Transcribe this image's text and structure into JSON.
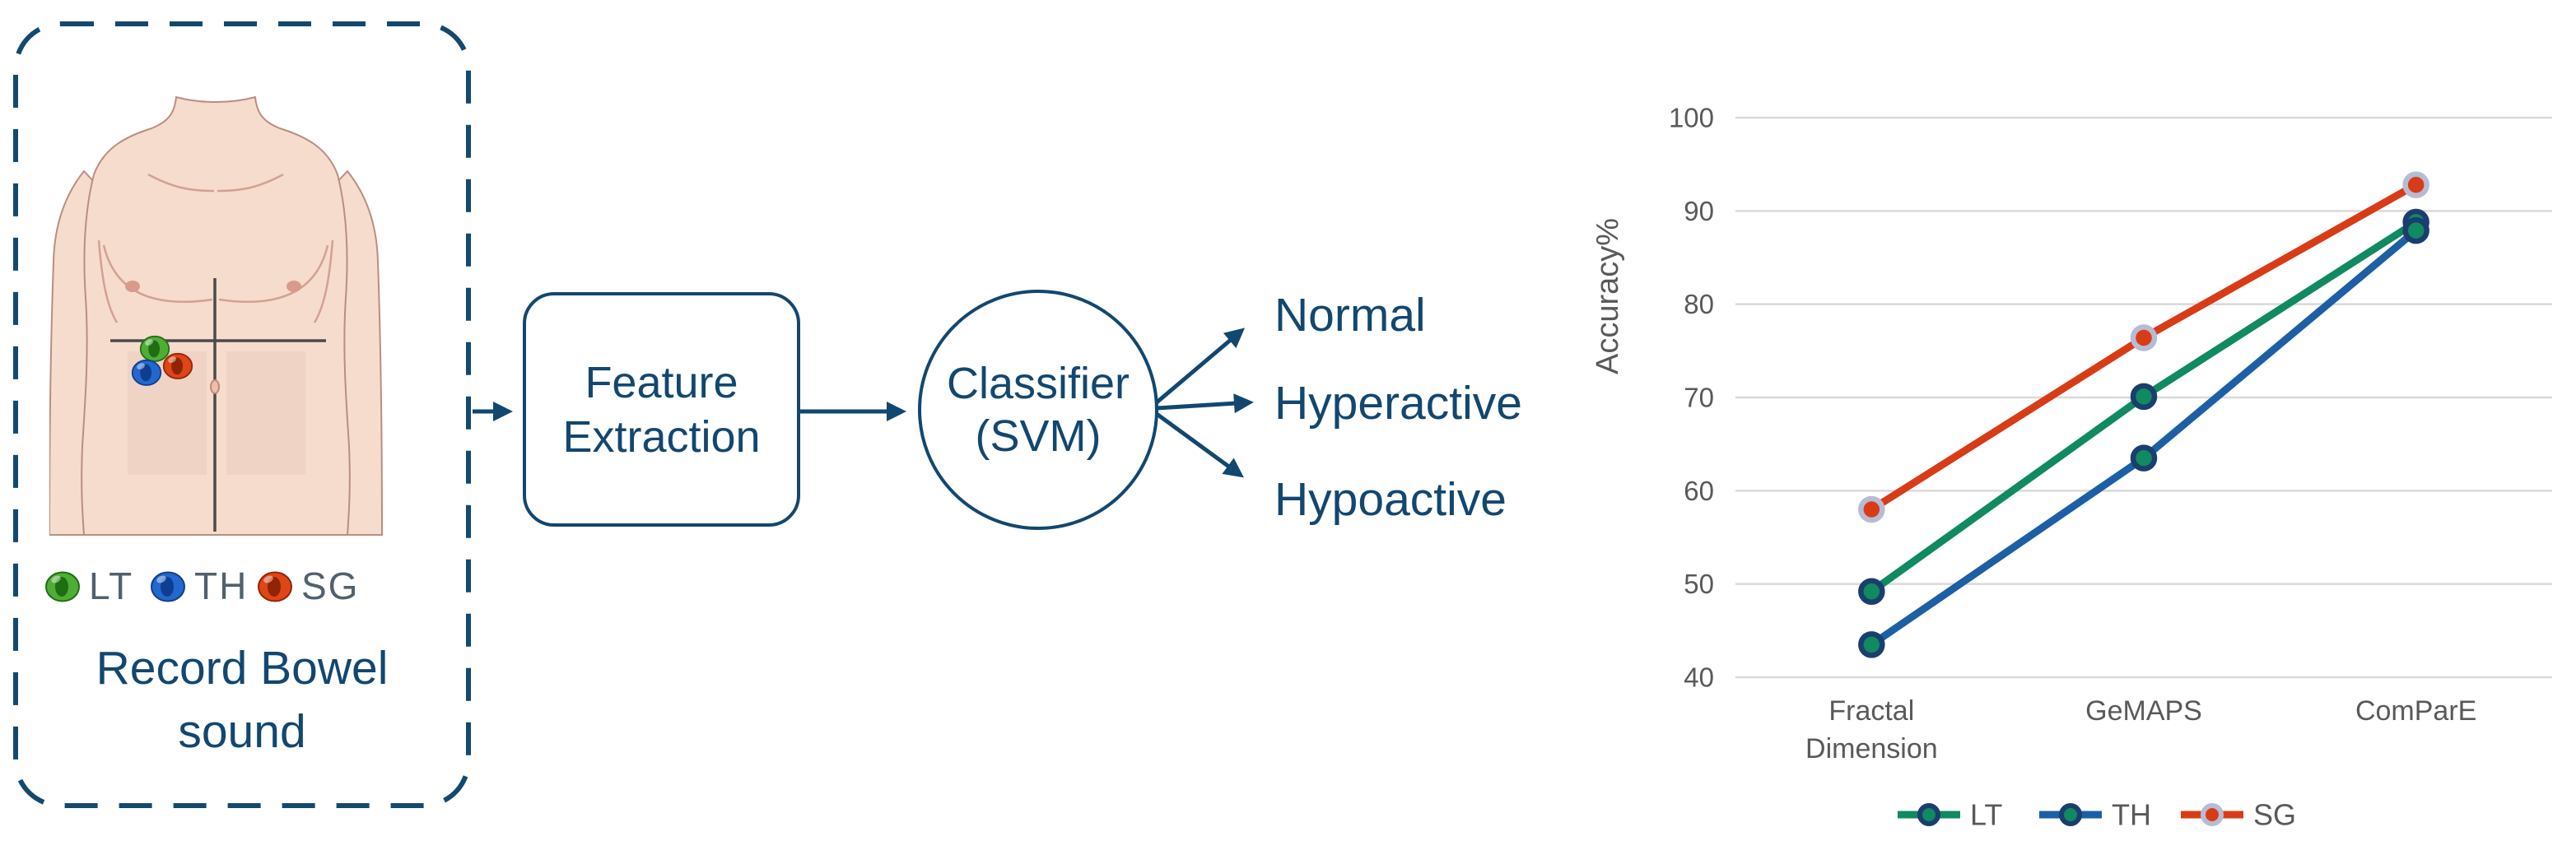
{
  "diagram": {
    "accent_color": "#12476F",
    "record_box": {
      "title_line1": "Record Bowel",
      "title_line2": "sound",
      "sensors": [
        {
          "id": "LT",
          "label": "LT",
          "color": "#4FAD35",
          "dark": "#1E6E14"
        },
        {
          "id": "TH",
          "label": "TH",
          "color": "#2268CE",
          "dark": "#0E3E8E"
        },
        {
          "id": "SG",
          "label": "SG",
          "color": "#DE4517",
          "dark": "#8F2505"
        }
      ]
    },
    "feature_box": {
      "line1": "Feature",
      "line2": "Extraction"
    },
    "classifier": {
      "line1": "Classifier",
      "line2": "(SVM)"
    },
    "outputs": [
      "Normal",
      "Hyperactive",
      "Hypoactive"
    ]
  },
  "chart_data": {
    "type": "line",
    "categories": [
      "Fractal\nDimension",
      "GeMAPS",
      "ComParE"
    ],
    "series": [
      {
        "name": "LT",
        "color": "#108A60",
        "marker_fill": "#108A60",
        "marker_ring": "#1A3E6E",
        "values": [
          49.2,
          70.1,
          88.8
        ],
        "error": [
          0,
          0,
          0.8
        ]
      },
      {
        "name": "TH",
        "color": "#1C5FA5",
        "marker_fill": "#108A60",
        "marker_ring": "#1A3E6E",
        "values": [
          43.5,
          63.5,
          87.9
        ],
        "error": [
          0,
          0,
          0.8
        ]
      },
      {
        "name": "SG",
        "color": "#D83C17",
        "marker_fill": "#D83C17",
        "marker_ring": "#B6BCD4",
        "values": [
          58.0,
          76.4,
          92.8
        ],
        "error": [
          0,
          0,
          1.0
        ]
      }
    ],
    "title": "",
    "xlabel": "",
    "ylabel": "Accuracy%",
    "ylim": [
      40,
      100
    ],
    "yticks": [
      40,
      50,
      60,
      70,
      80,
      90,
      100
    ],
    "grid": true,
    "grid_color": "#D9D9D9",
    "tick_color": "#595959",
    "error_color": "#595959",
    "legend_position": "bottom"
  }
}
